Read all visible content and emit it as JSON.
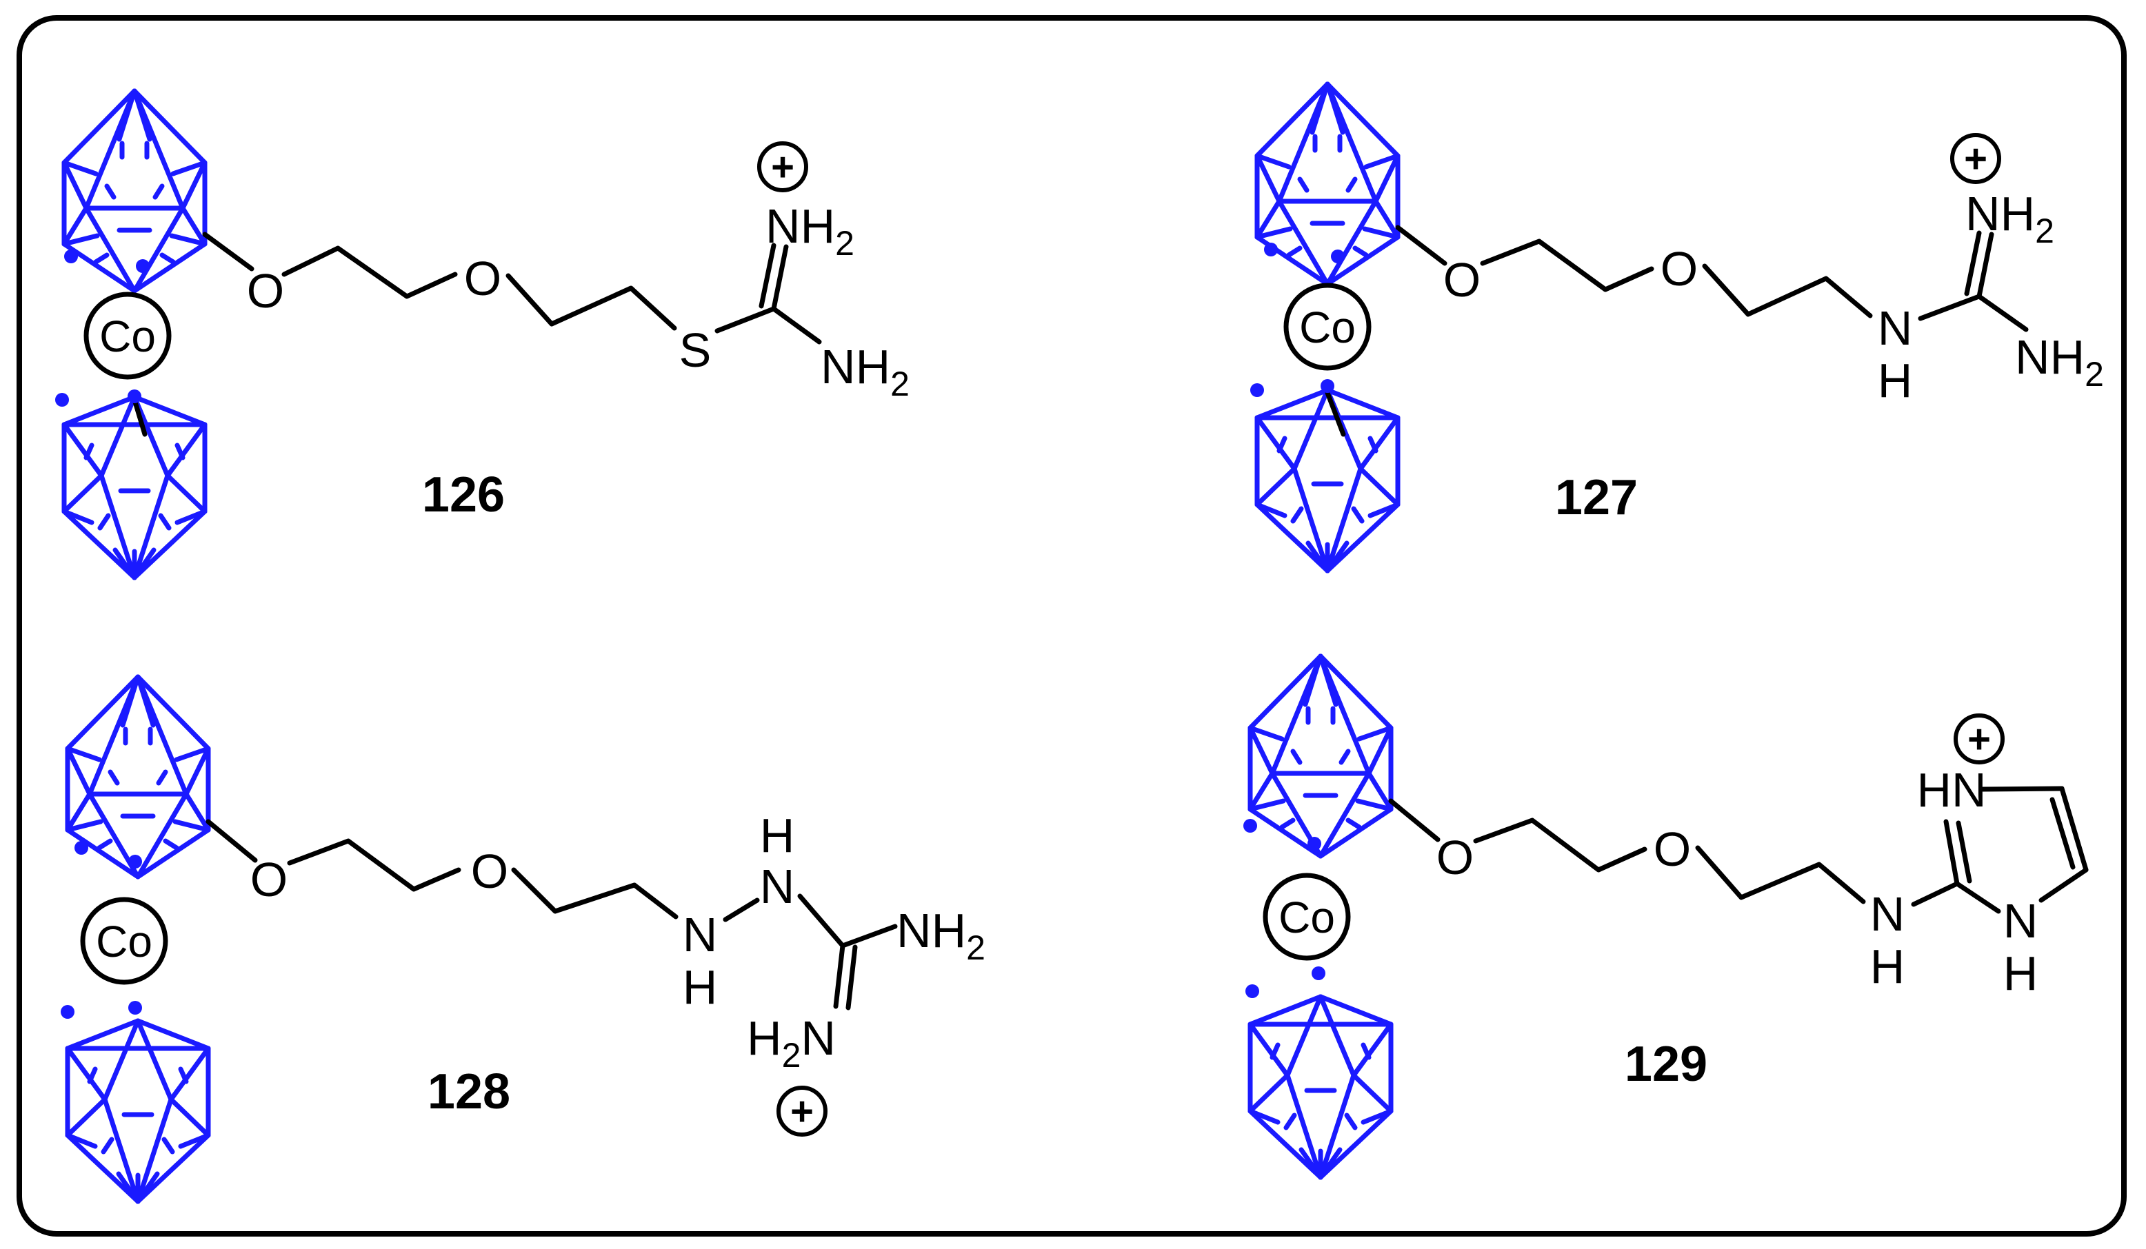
{
  "colors": {
    "cage": "#1a1aff",
    "frame": "#000000"
  },
  "metal": "Co",
  "compounds": [
    {
      "number": "126",
      "ether_oxygens": [
        "O",
        "O"
      ],
      "linker_atom": "S",
      "groups": [
        {
          "el": "N",
          "h": "H",
          "sub": "2"
        },
        {
          "el": "N",
          "h": "H",
          "sub": "2"
        }
      ],
      "charge": "+"
    },
    {
      "number": "127",
      "ether_oxygens": [
        "O",
        "O"
      ],
      "linker_atom": {
        "el": "N",
        "h": "H"
      },
      "groups": [
        {
          "el": "N",
          "h": "H",
          "sub": "2"
        },
        {
          "el": "N",
          "h": "H",
          "sub": "2"
        }
      ],
      "charge": "+"
    },
    {
      "number": "128",
      "ether_oxygens": [
        "O",
        "O"
      ],
      "hydrazine": [
        {
          "el": "N",
          "h": "H"
        },
        {
          "el": "N",
          "h": "H"
        }
      ],
      "groups": [
        {
          "el": "N",
          "h": "H",
          "sub": "2"
        },
        {
          "el": "N",
          "h": "H",
          "sub": "2"
        }
      ],
      "charge": "+"
    },
    {
      "number": "129",
      "ether_oxygens": [
        "O",
        "O"
      ],
      "linker_atom": {
        "el": "N",
        "h": "H"
      },
      "ring": [
        {
          "h": "H",
          "el": "N"
        },
        {
          "el": "N",
          "h": "H"
        }
      ],
      "charge": "+"
    }
  ]
}
